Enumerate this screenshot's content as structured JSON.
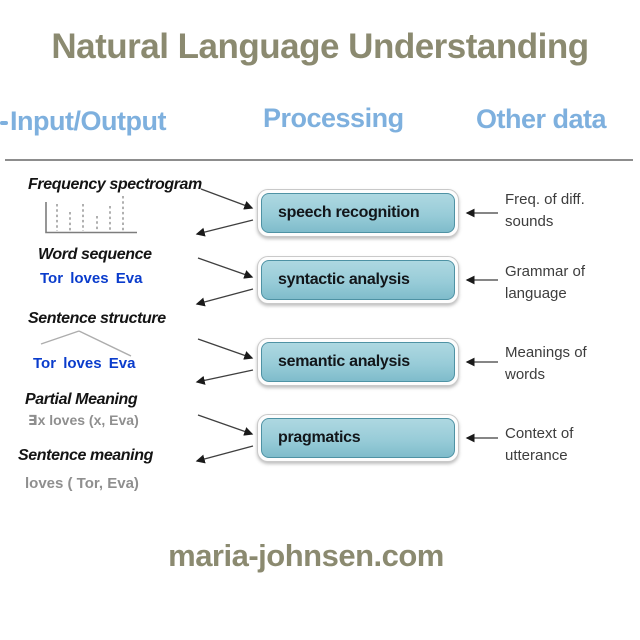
{
  "title": "Natural Language Understanding",
  "footer": "maria-johnsen.com",
  "headers": {
    "input_output": "Input/Output",
    "processing": "Processing",
    "other_data": "Other data"
  },
  "input_output_items": [
    {
      "label": "Frequency spectrogram",
      "icon": "spectrogram-sketch"
    },
    {
      "label": "Word sequence",
      "example": "Tor loves Eva"
    },
    {
      "label": "Sentence structure",
      "icon": "parse-tree-sketch",
      "example": "Tor loves Eva"
    },
    {
      "label": "Partial Meaning",
      "example": "∃x loves (x, Eva)"
    },
    {
      "label": "Sentence meaning",
      "example": "loves ( Tor, Eva)"
    }
  ],
  "processing_boxes": [
    {
      "label": "speech recognition"
    },
    {
      "label": "syntactic analysis"
    },
    {
      "label": "semantic analysis"
    },
    {
      "label": "pragmatics"
    }
  ],
  "other_data_items": [
    {
      "label": "Freq. of diff. sounds"
    },
    {
      "label": "Grammar of language"
    },
    {
      "label": "Meanings of words"
    },
    {
      "label": "Context of utterance"
    }
  ],
  "colors": {
    "title_olive": "#8b8a70",
    "header_blue": "#7eb0de",
    "box_fill_top": "#aed8e1",
    "box_fill_bottom": "#7fbccb",
    "box_border": "#4e92a4",
    "example_blue": "#0a3ccc",
    "muted_gray": "#8f8f8f",
    "arrow": "#3f3f3f"
  }
}
